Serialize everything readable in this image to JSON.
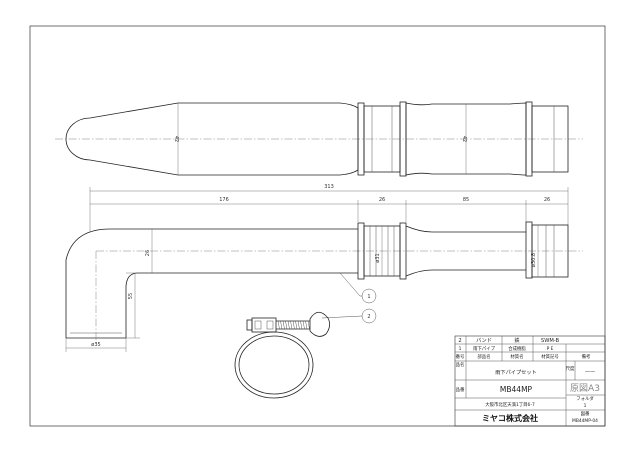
{
  "dimensions": {
    "top_dia_left": "42",
    "top_dia_right": "42",
    "overall_length": "313",
    "left_length": "176",
    "band_width": "26",
    "middle_length": "85",
    "right_length": "26",
    "pipe_dia_left": "26",
    "band_dia": "ø31",
    "end_dia": "ø30.8",
    "elbow_height": "55",
    "elbow_dia": "ø35"
  },
  "callouts": {
    "c1": "1",
    "c2": "2"
  },
  "title_block": {
    "parts": [
      {
        "no": "2",
        "name": "バンド",
        "material": "鉄",
        "code": "SWM-B"
      },
      {
        "no": "1",
        "name": "雨下パイプ",
        "material": "合成樹脂",
        "code": "P E"
      }
    ],
    "header": {
      "no": "番号",
      "name": "部品名",
      "material": "材質名",
      "code": "材質記号",
      "note": "備考"
    },
    "labels": {
      "product": "品名",
      "model": "品番",
      "scale": "尺度",
      "folder": "フォルダ",
      "drawing": "図番"
    },
    "product_name": "雨下パイプセット",
    "model_number": "MB44MP",
    "scale_value": "——",
    "paper_size": "原図A3",
    "folder_number": "1",
    "address": "大阪市北区天満1丁目6-7",
    "company": "ミヤコ株式会社",
    "drawing_number": "MB44MP-04"
  }
}
